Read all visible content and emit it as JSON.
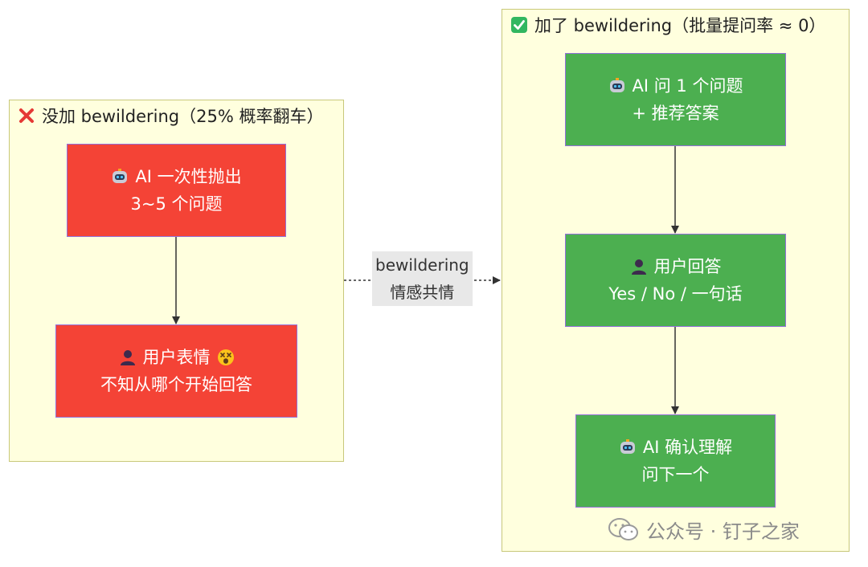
{
  "left_group": {
    "title": "没加 bewildering（25% 概率翻车）",
    "title_icon": "cross-mark-icon",
    "color": "#f44336",
    "nodes": [
      {
        "icon": "robot-icon",
        "line1": "AI 一次性抛出",
        "line2": "3~5 个问题"
      },
      {
        "icon": "user-silhouette-icon",
        "line1": "用户表情",
        "line1_trailing_icon": "dizzy-face-emoji-icon",
        "line2": "不知从哪个开始回答"
      }
    ]
  },
  "right_group": {
    "title": "加了 bewildering（批量提问率 ≈ 0）",
    "title_icon": "check-mark-button-icon",
    "color": "#4caf50",
    "nodes": [
      {
        "icon": "robot-icon",
        "line1": "AI 问 1 个问题",
        "line2": "+ 推荐答案"
      },
      {
        "icon": "user-silhouette-icon",
        "line1": "用户回答",
        "line2": "Yes / No / 一句话"
      },
      {
        "icon": "robot-icon",
        "line1": "AI 确认理解",
        "line2": "问下一个"
      }
    ]
  },
  "link_label": {
    "line1": "bewildering",
    "line2": "情感共情"
  },
  "watermark": {
    "icon": "wechat-icon",
    "text": "公众号 · 钉子之家"
  }
}
